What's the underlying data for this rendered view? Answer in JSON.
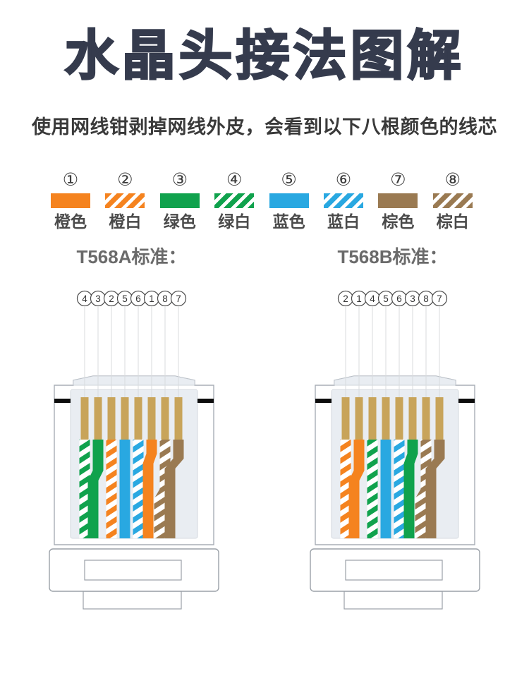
{
  "title": "水晶头接法图解",
  "subtitle": "使用网线钳剥掉网线外皮，会看到以下八根颜色的线芯",
  "legend": {
    "items": [
      {
        "num": "①",
        "label": "橙色",
        "name": "orange",
        "style": "solid",
        "color": "#F5831F"
      },
      {
        "num": "②",
        "label": "橙白",
        "name": "orange-white",
        "style": "striped",
        "color": "#F5831F"
      },
      {
        "num": "③",
        "label": "绿色",
        "name": "green",
        "style": "solid",
        "color": "#10A24D"
      },
      {
        "num": "④",
        "label": "绿白",
        "name": "green-white",
        "style": "striped",
        "color": "#10A24D"
      },
      {
        "num": "⑤",
        "label": "蓝色",
        "name": "blue",
        "style": "solid",
        "color": "#29A8E1"
      },
      {
        "num": "⑥",
        "label": "蓝白",
        "name": "blue-white",
        "style": "striped",
        "color": "#29A8E1"
      },
      {
        "num": "⑦",
        "label": "棕色",
        "name": "brown",
        "style": "solid",
        "color": "#9A7A52"
      },
      {
        "num": "⑧",
        "label": "棕白",
        "name": "brown-white",
        "style": "striped",
        "color": "#9A7A52"
      }
    ]
  },
  "standards": [
    {
      "id": "t568a",
      "label": "T568A标准：",
      "pin_order": [
        4,
        3,
        2,
        5,
        6,
        1,
        8,
        7
      ]
    },
    {
      "id": "t568b",
      "label": "T568B标准：",
      "pin_order": [
        2,
        1,
        4,
        5,
        6,
        3,
        8,
        7
      ]
    }
  ],
  "colors": {
    "title_text": "#353B4D",
    "pin_gold": "#C8A45A",
    "connector_panel": "#E9EDF2",
    "connector_outline": "#A8AEB6",
    "flange_outline": "#9BA1A8",
    "latch_mark": "#0D0D0D",
    "leader_line": "#D8DBDE"
  }
}
